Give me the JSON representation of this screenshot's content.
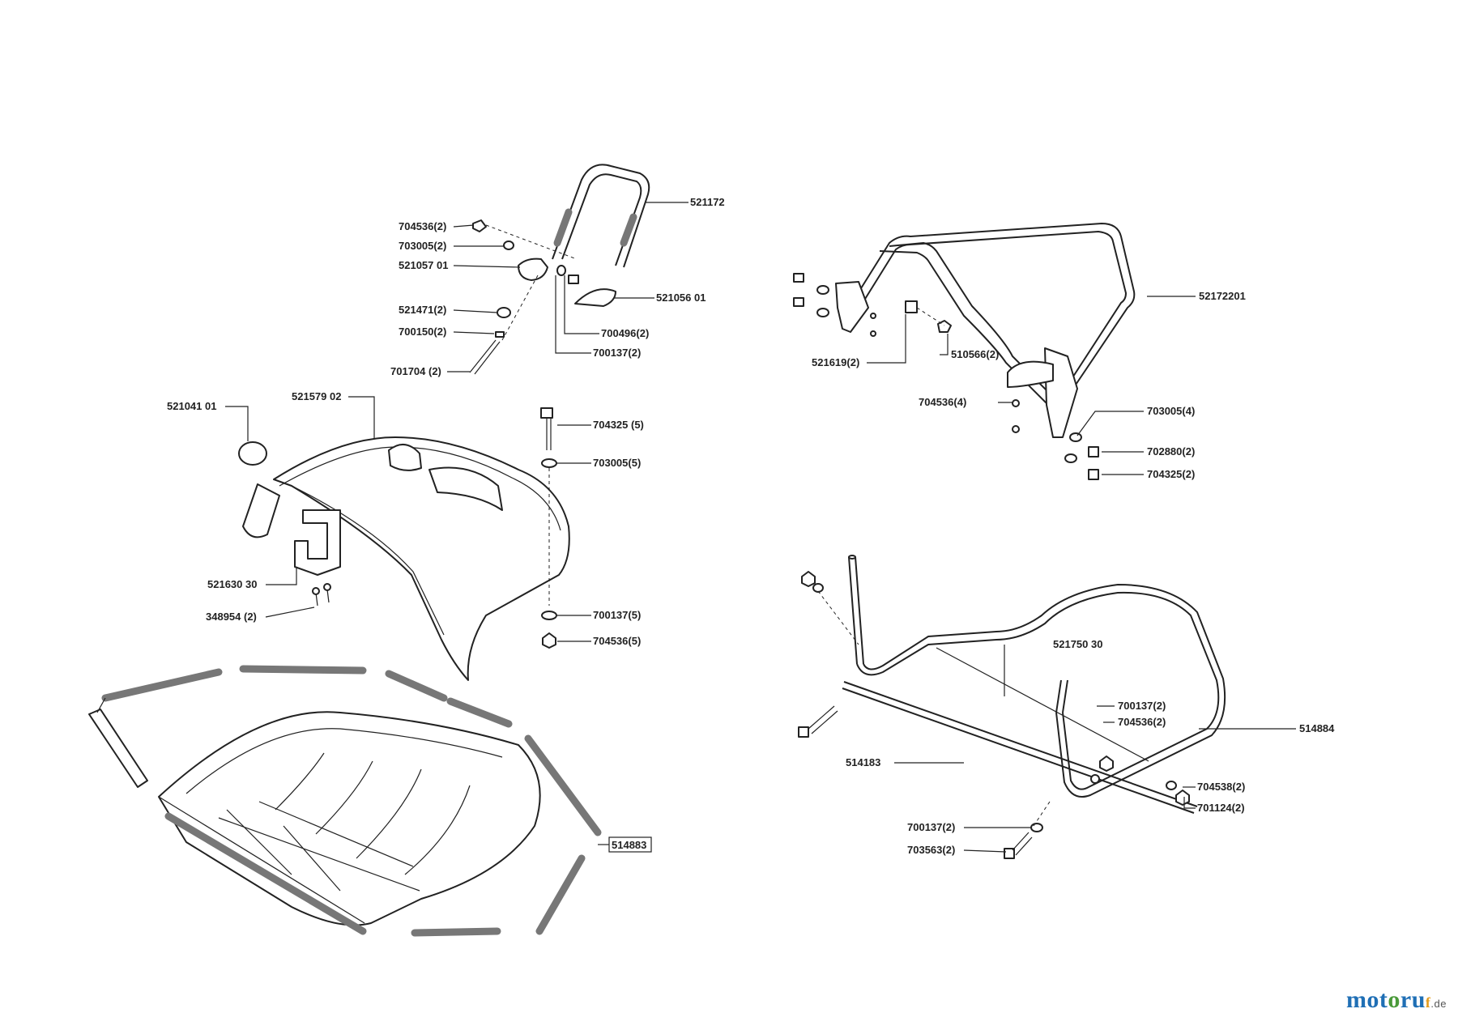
{
  "labels": {
    "l521172": "521172",
    "l704536_2a": "704536(2)",
    "l703005_2a": "703005(2)",
    "l521057": "521057 01",
    "l521056": "521056 01",
    "l521471": "521471(2)",
    "l700150": "700150(2)",
    "l700496": "700496(2)",
    "l700137_2a": "700137(2)",
    "l701704": "701704 (2)",
    "l521041": "521041  01",
    "l521579": "521579 02",
    "l704325_5": "704325 (5)",
    "l703005_5": "703005(5)",
    "l521630": "521630 30",
    "l348954": "348954 (2)",
    "l700137_5": "700137(5)",
    "l704536_5": "704536(5)",
    "l514883": "514883",
    "l52172201": "52172201",
    "l521619": "521619(2)",
    "l510566": "510566(2)",
    "l704536_4": "704536(4)",
    "l703005_4": "703005(4)",
    "l702880": "702880(2)",
    "l704325_2": "704325(2)",
    "l521750": "521750 30",
    "l700137_2b": "700137(2)",
    "l704536_2b": "704536(2)",
    "l514884": "514884",
    "l514183": "514183",
    "l704538": "704538(2)",
    "l701124": "701124(2)",
    "l700137_2c": "700137(2)",
    "l703563": "703563(2)"
  },
  "brand": {
    "part1": "mot",
    "part2": "o",
    "part3": "ru",
    "part4": "f",
    "tld": ".de"
  },
  "colors": {
    "line": "#222222",
    "part_fill": "#ffffff",
    "seal_grey": "#9a9a9a",
    "brand_blue": "#1f6fb5",
    "brand_green": "#4a9a3a",
    "brand_orange": "#e39b1b"
  }
}
